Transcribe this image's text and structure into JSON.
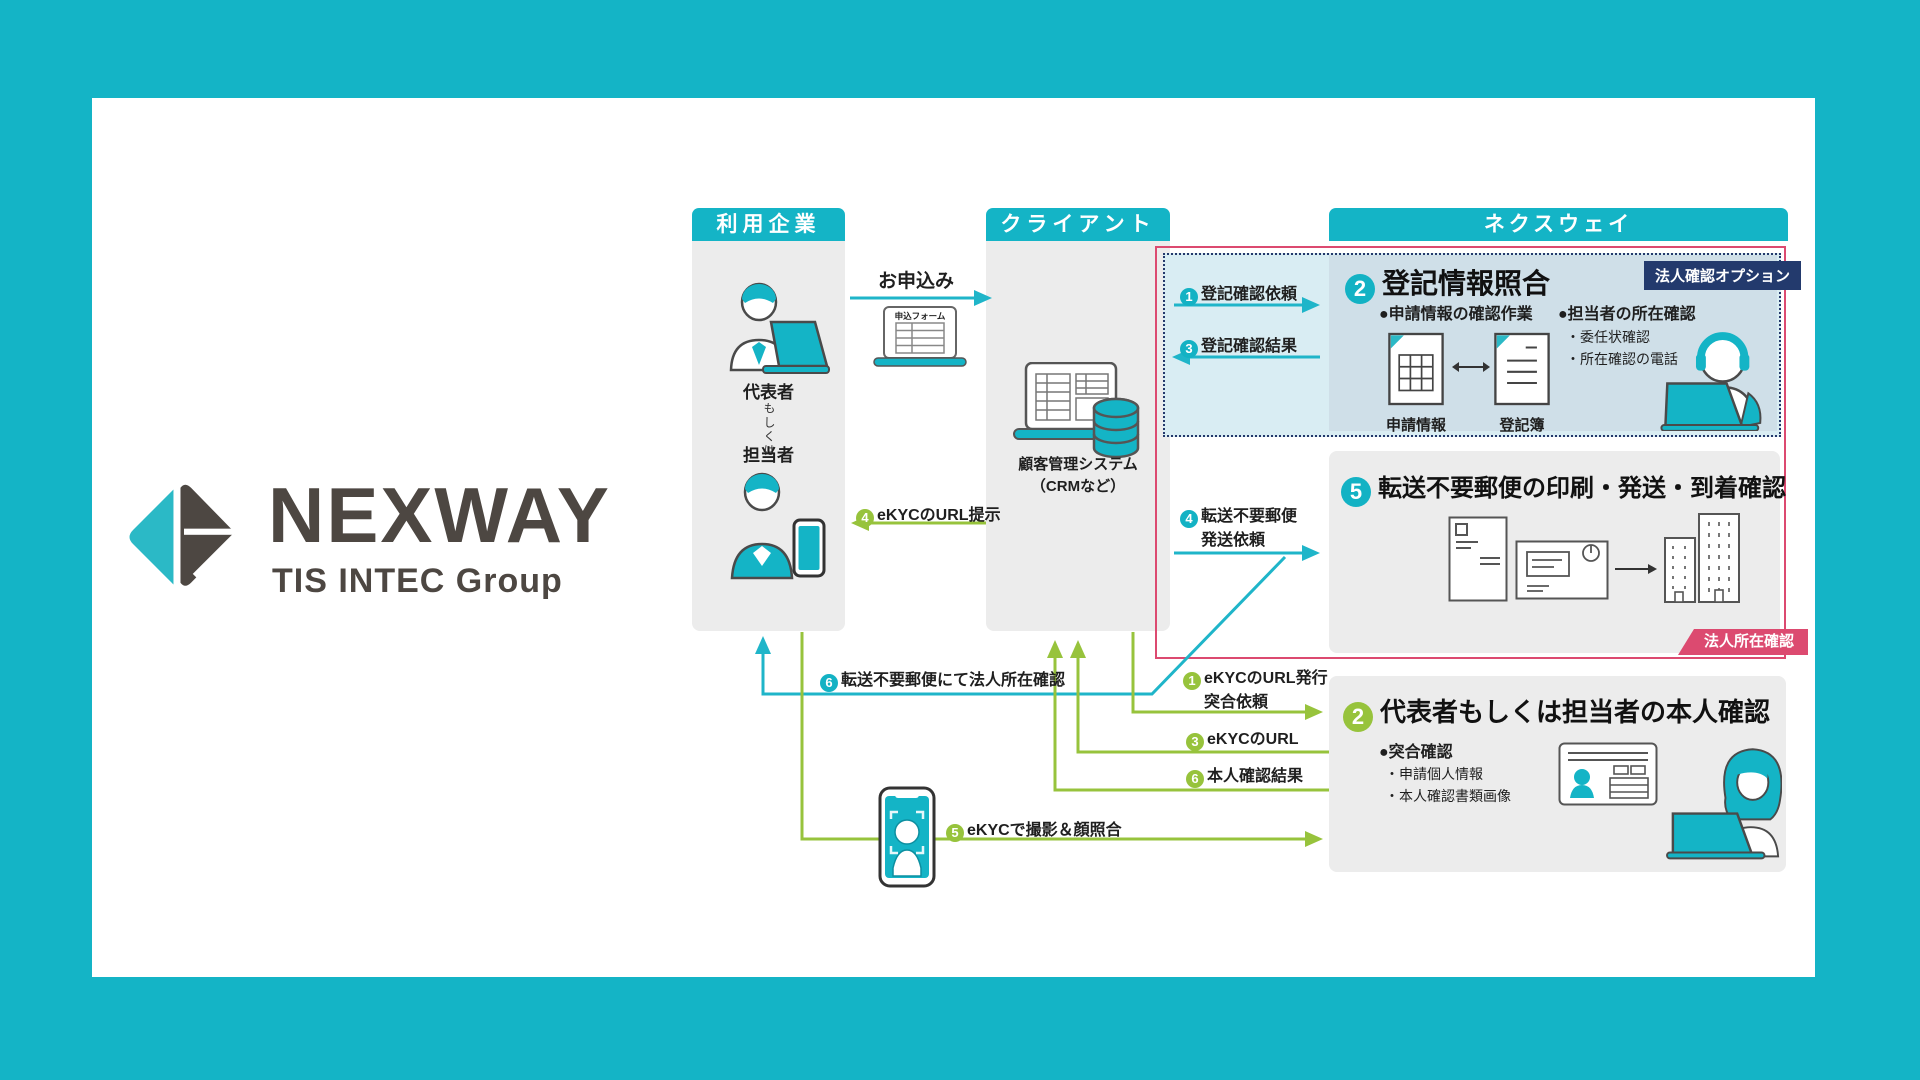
{
  "colors": {
    "teal": "#14b4c6",
    "green": "#97c33c",
    "pink": "#dc4a70",
    "navy": "#233a6d",
    "light_blue": "#d9edf3",
    "panel_blue": "#cfdfe8",
    "box_gray": "#ececec",
    "logo_dark": "#4d4742"
  },
  "logo": {
    "name": "NEXWAY",
    "group": "TIS INTEC Group"
  },
  "columns": {
    "user": {
      "title": "利用企業",
      "representative": "代表者",
      "or": "もしくは",
      "staff": "担当者"
    },
    "client": {
      "title": "クライアント",
      "crm_line1": "顧客管理システム",
      "crm_line2": "（CRMなど）"
    },
    "nexway": {
      "title": "ネクスウェイ"
    }
  },
  "apply": {
    "label": "お申込み",
    "form_label": "申込フォーム"
  },
  "teal_flow": {
    "s1": {
      "num": "1",
      "label": "登記確認依頼"
    },
    "s3": {
      "num": "3",
      "label": "登記確認結果"
    },
    "s4": {
      "num": "4",
      "line1": "転送不要郵便",
      "line2": "発送依頼"
    },
    "s6": {
      "num": "6",
      "label": "転送不要郵便にて法人所在確認"
    }
  },
  "green_flow": {
    "s1": {
      "num": "1",
      "line1": "eKYCのURL発行",
      "line2": "突合依頼"
    },
    "s3": {
      "num": "3",
      "label": "eKYCのURL"
    },
    "s4": {
      "num": "4",
      "label": "eKYCのURL提示"
    },
    "s5": {
      "num": "5",
      "label": "eKYCで撮影＆顔照合"
    },
    "s6": {
      "num": "6",
      "label": "本人確認結果"
    }
  },
  "registry_box": {
    "num": "2",
    "title": "登記情報照合",
    "option_badge": "法人確認オプション",
    "work_heading": "●申請情報の確認作業",
    "presence_heading": "●担当者の所在確認",
    "presence_sub1": "・委任状確認",
    "presence_sub2": "・所在確認の電話",
    "doc_application": "申請情報",
    "doc_registry": "登記簿"
  },
  "mail_box": {
    "num": "5",
    "title": "転送不要郵便の印刷・発送・到着確認",
    "badge": "法人所在確認"
  },
  "identity_box": {
    "num": "2",
    "title": "代表者もしくは担当者の本人確認",
    "match_heading": "●突合確認",
    "match_sub1": "・申請個人情報",
    "match_sub2": "・本人確認書類画像"
  }
}
